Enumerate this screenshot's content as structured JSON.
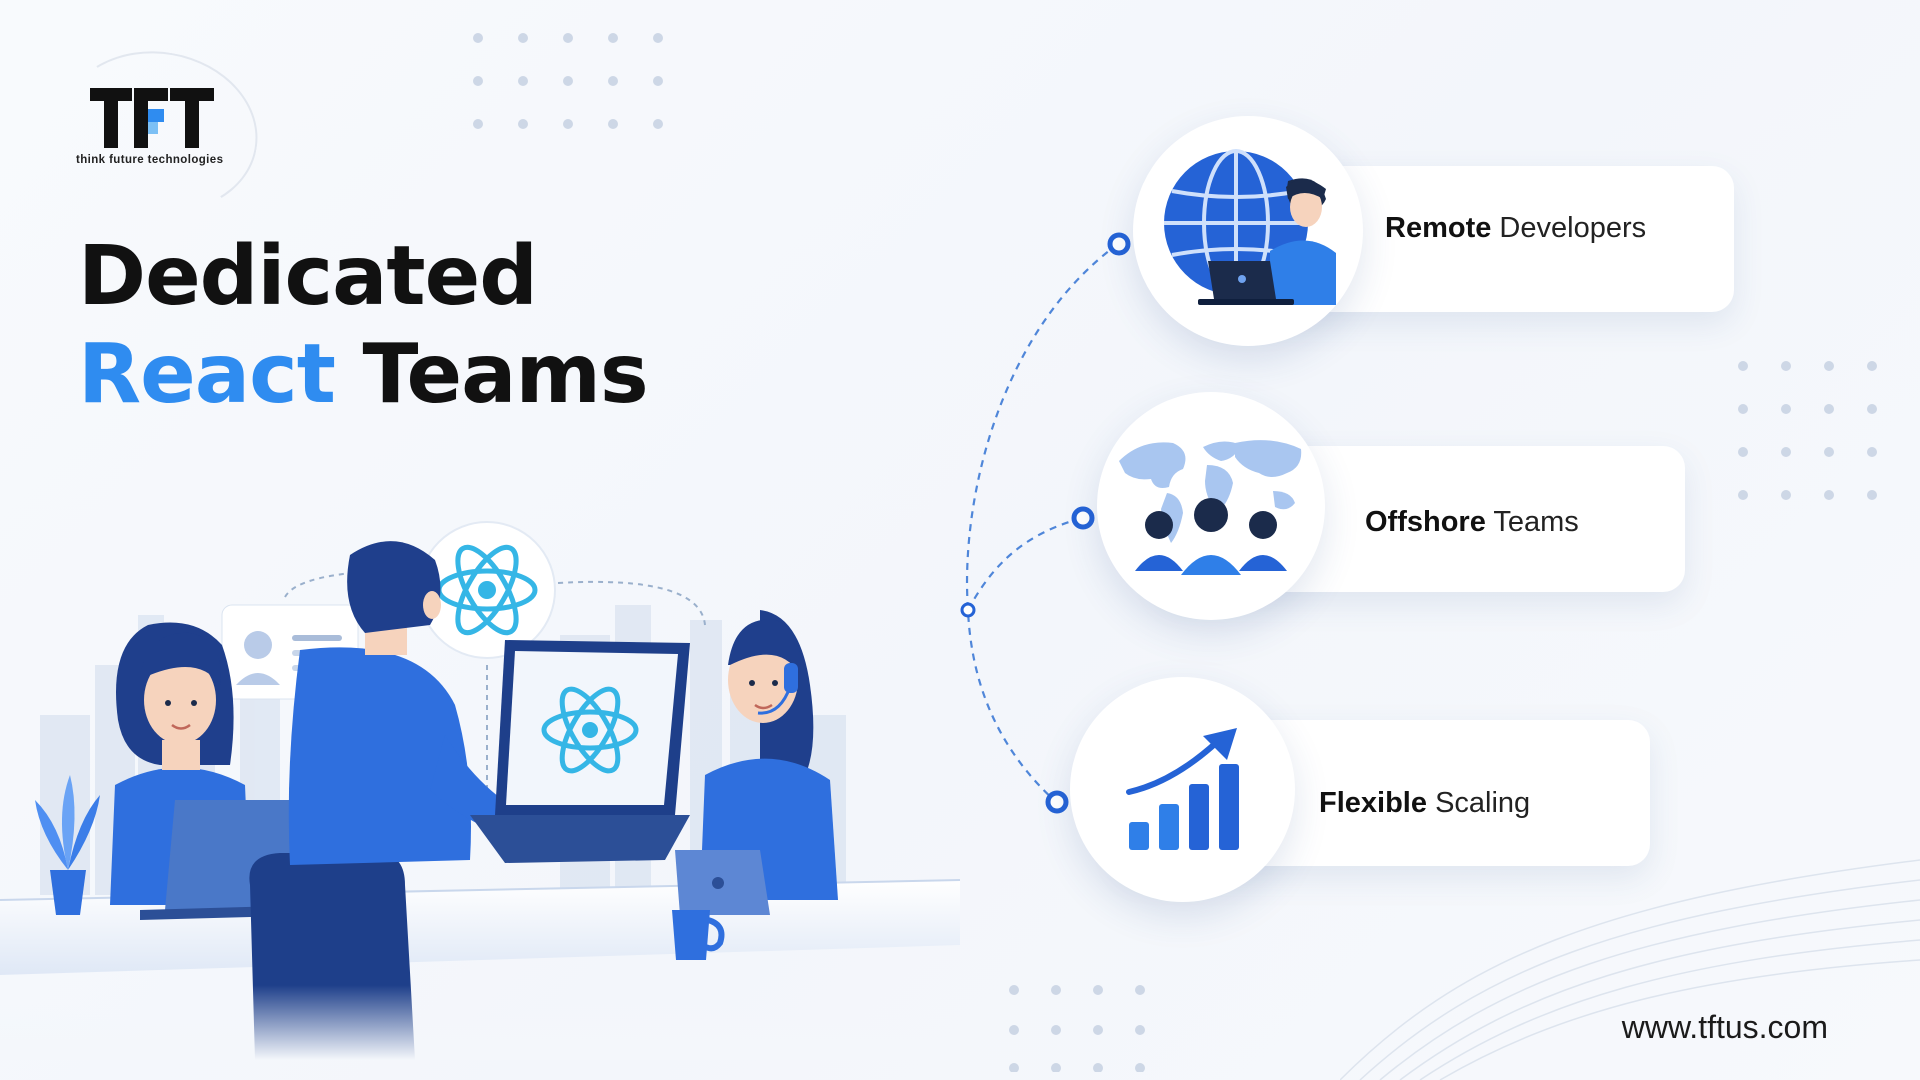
{
  "brand": {
    "logo_letters": "TFT",
    "tagline": "think future technologies"
  },
  "headline": {
    "line1": "Dedicated",
    "accent": "React",
    "rest": "Teams"
  },
  "features": [
    {
      "bold": "Remote",
      "text": "Developers",
      "icon": "globe-developer-icon"
    },
    {
      "bold": "Offshore",
      "text": "Teams",
      "icon": "world-map-team-icon"
    },
    {
      "bold": "Flexible",
      "text": "Scaling",
      "icon": "growth-chart-icon"
    }
  ],
  "footer": {
    "url": "www.tftus.com"
  },
  "colors": {
    "accent": "#2f8cf0",
    "primary_blue": "#2563d6",
    "light_blue": "#a9c6f0",
    "react_cyan": "#35b6e6",
    "text_dark": "#111111"
  }
}
